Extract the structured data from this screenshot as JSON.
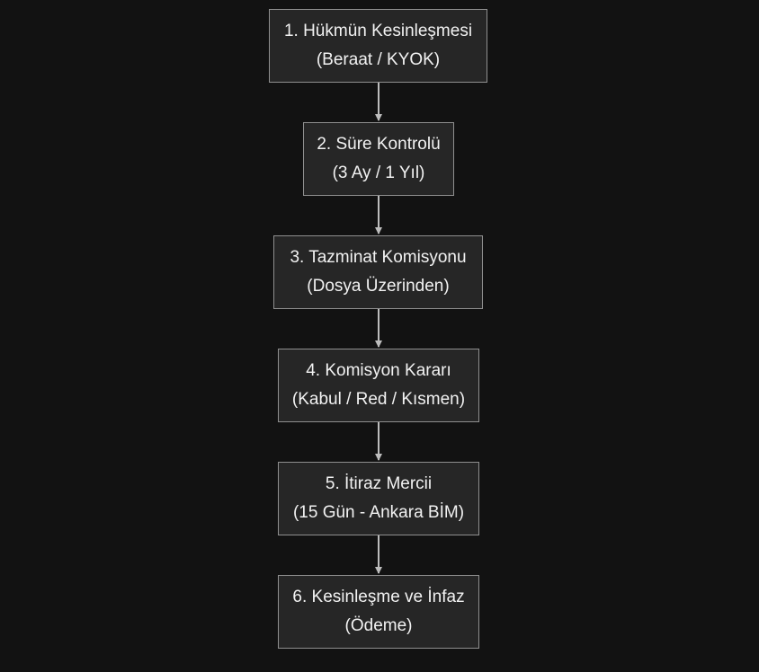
{
  "colors": {
    "background": "#121212",
    "node_fill": "#262626",
    "node_border": "#8f8f8f",
    "text": "#f2f2f2",
    "arrow": "#bdbdbd"
  },
  "nodes": [
    {
      "line1": "1. Hükmün Kesinleşmesi",
      "line2": "(Beraat / KYOK)"
    },
    {
      "line1": "2. Süre Kontrolü",
      "line2": "(3 Ay / 1 Yıl)"
    },
    {
      "line1": "3. Tazminat Komisyonu",
      "line2": "(Dosya Üzerinden)"
    },
    {
      "line1": "4. Komisyon Kararı",
      "line2": "(Kabul / Red / Kısmen)"
    },
    {
      "line1": "5. İtiraz Mercii",
      "line2": "(15 Gün - Ankara BİM)"
    },
    {
      "line1": "6. Kesinleşme ve İnfaz",
      "line2": "(Ödeme)"
    }
  ],
  "edges": [
    {
      "from": 0,
      "to": 1
    },
    {
      "from": 1,
      "to": 2
    },
    {
      "from": 2,
      "to": 3
    },
    {
      "from": 3,
      "to": 4
    },
    {
      "from": 4,
      "to": 5
    }
  ]
}
